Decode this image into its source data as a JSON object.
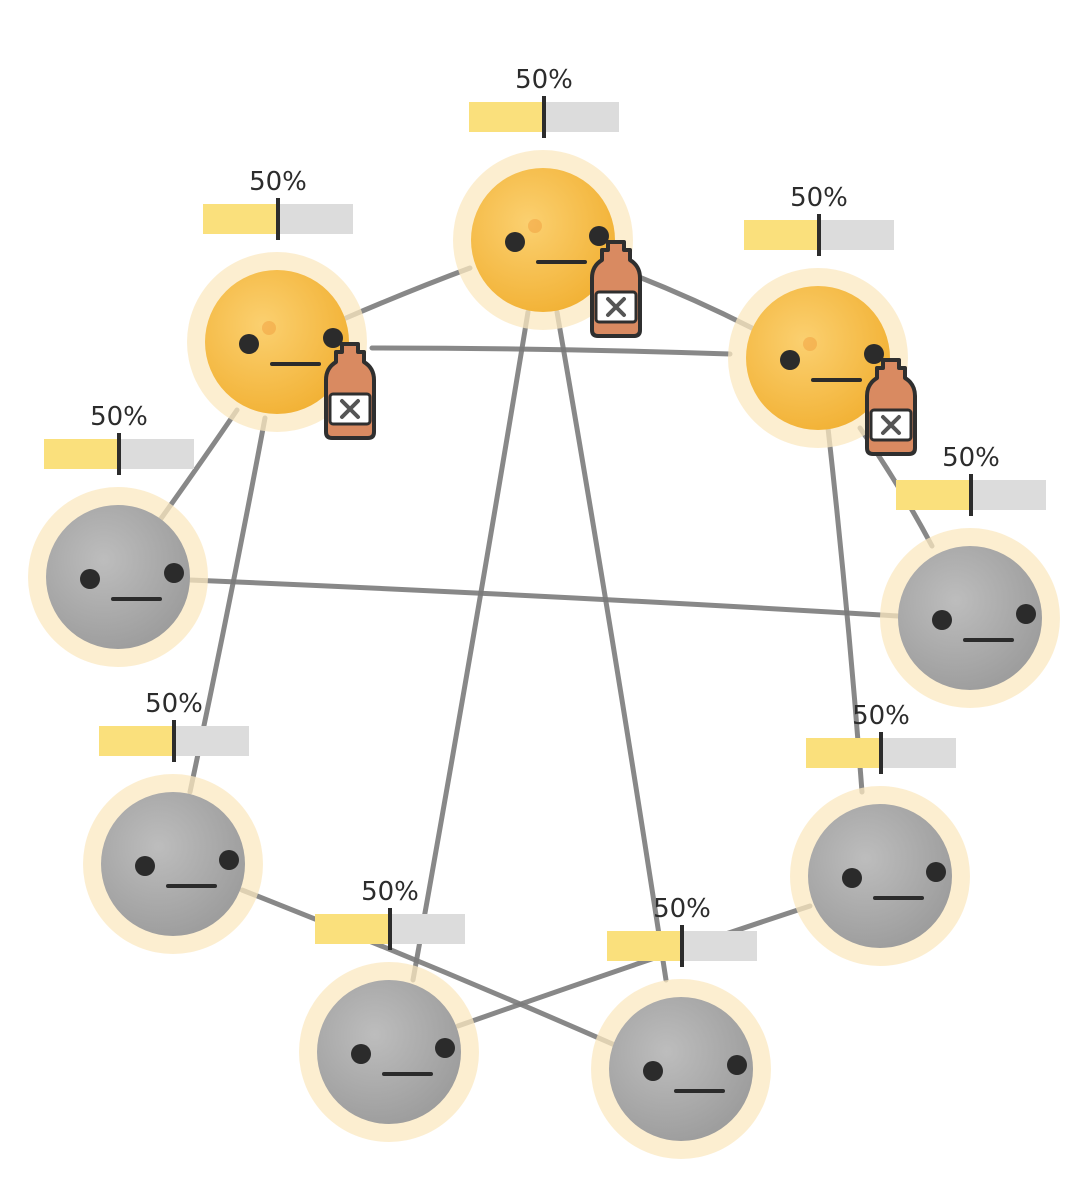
{
  "colors": {
    "edge": "#7b7b7b",
    "glow": "#fbe8c0",
    "infected_fill": "#f6bb3f",
    "infected_core": "#f9c652",
    "healthy_fill": "#a9a9a9",
    "healthy_core": "#b5b5b5",
    "bar_fill": "#fae07c",
    "bar_track": "#dcdcdc",
    "bar_marker": "#2c2c2c",
    "face": "#2b2b2b",
    "bottle": "#d98a61",
    "bottle_outline": "#2f2f2f"
  },
  "nodes": [
    {
      "id": "n0",
      "state": "infected",
      "has_bottle": true,
      "percent_label": "50%",
      "level": 0.5
    },
    {
      "id": "n1",
      "state": "infected",
      "has_bottle": true,
      "percent_label": "50%",
      "level": 0.5
    },
    {
      "id": "n2",
      "state": "infected",
      "has_bottle": true,
      "percent_label": "50%",
      "level": 0.5
    },
    {
      "id": "n3",
      "state": "healthy",
      "has_bottle": false,
      "percent_label": "50%",
      "level": 0.5
    },
    {
      "id": "n4",
      "state": "healthy",
      "has_bottle": false,
      "percent_label": "50%",
      "level": 0.5
    },
    {
      "id": "n5",
      "state": "healthy",
      "has_bottle": false,
      "percent_label": "50%",
      "level": 0.5
    },
    {
      "id": "n6",
      "state": "healthy",
      "has_bottle": false,
      "percent_label": "50%",
      "level": 0.5
    },
    {
      "id": "n7",
      "state": "healthy",
      "has_bottle": false,
      "percent_label": "50%",
      "level": 0.5
    },
    {
      "id": "n8",
      "state": "healthy",
      "has_bottle": false,
      "percent_label": "50%",
      "level": 0.5
    }
  ],
  "edges": [
    [
      "n0",
      "n1"
    ],
    [
      "n0",
      "n2"
    ],
    [
      "n1",
      "n2"
    ],
    [
      "n1",
      "n3"
    ],
    [
      "n1",
      "n5"
    ],
    [
      "n2",
      "n4"
    ],
    [
      "n2",
      "n8"
    ],
    [
      "n3",
      "n4"
    ],
    [
      "n0",
      "n6"
    ],
    [
      "n0",
      "n7"
    ],
    [
      "n5",
      "n7"
    ],
    [
      "n6",
      "n8"
    ]
  ]
}
